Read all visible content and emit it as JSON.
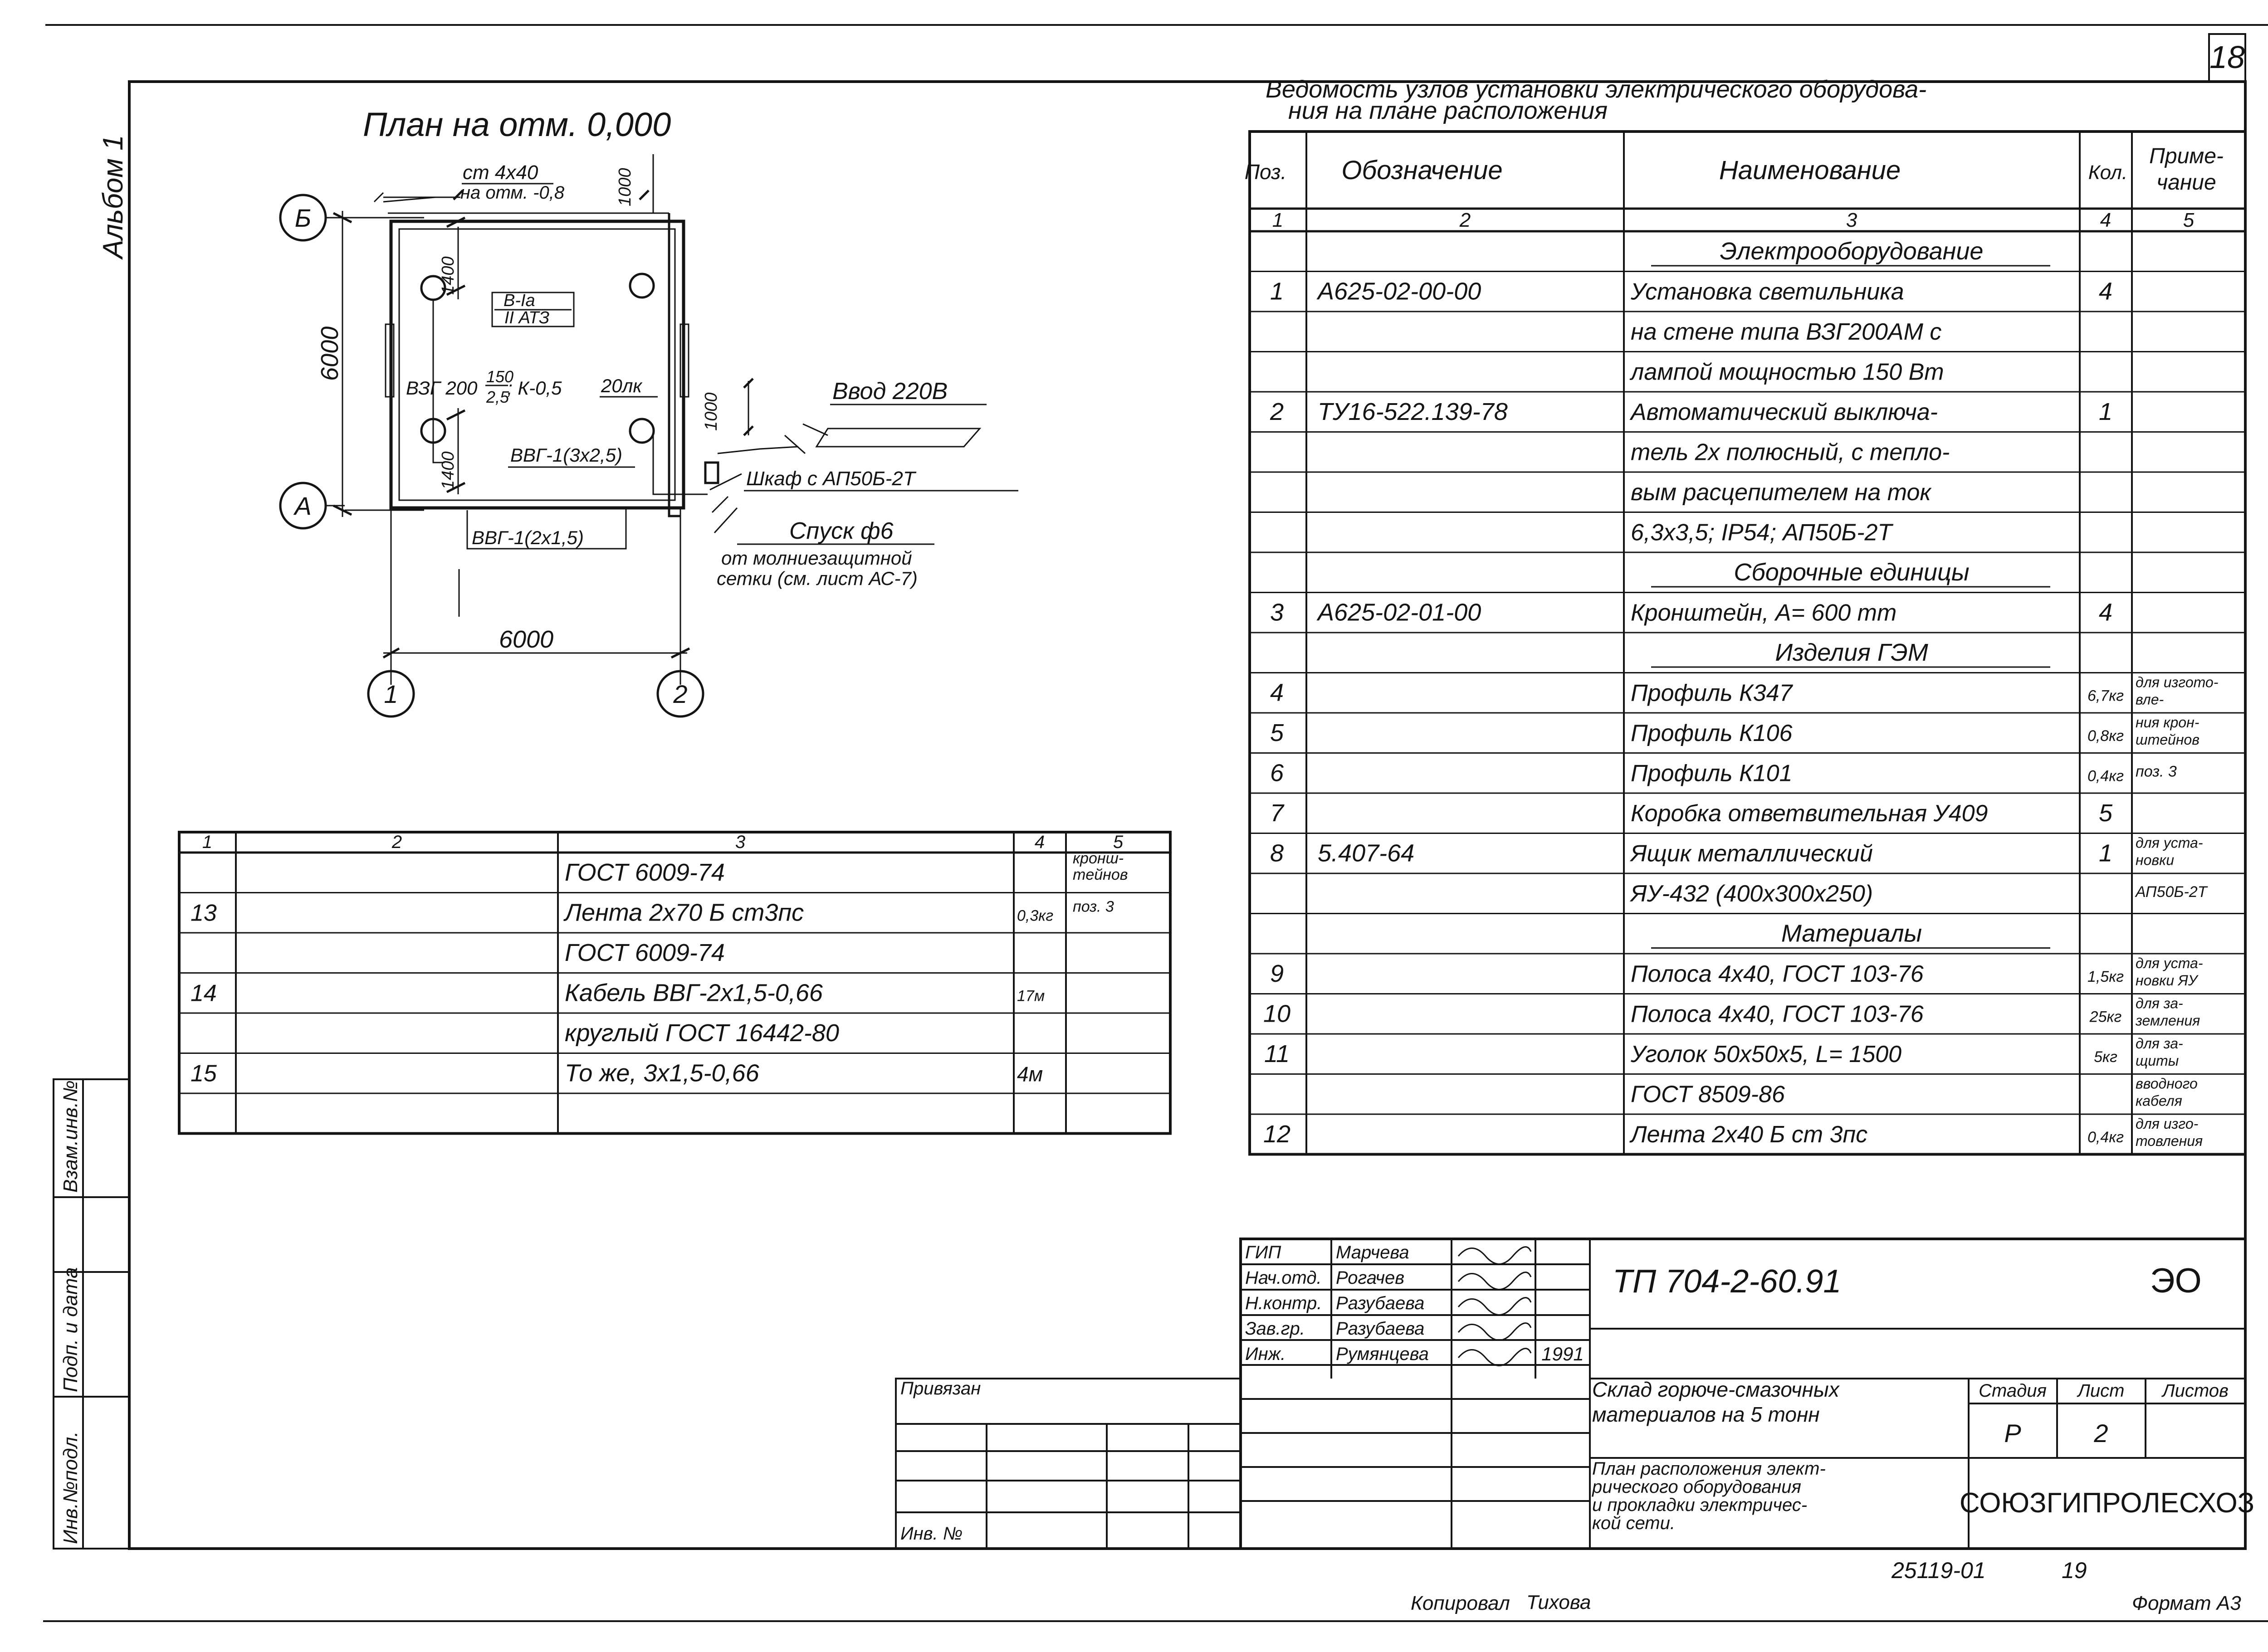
{
  "sheet": {
    "album": "Альбом 1",
    "page_number": "18",
    "format": "Формат А3",
    "copied_by": "Копировал",
    "copied_signature": "Тихова",
    "side_stamp": [
      "Инв.№подл.",
      "Подп. и дата",
      "Взам.инв.№"
    ]
  },
  "plan": {
    "title": "План на отм. 0,000",
    "grounding_strip": "ст 4х40",
    "grounding_level": "на отм. -0,8",
    "dim_1000_top": "1000",
    "dim_6000_vertical": "6000",
    "dim_1400_top": "1400",
    "dim_1400_bottom": "1400",
    "dim_1000_right": "1000",
    "dim_6000_horizontal": "6000",
    "room_class_1": "В-Iа",
    "room_class_2": "II АТЗ",
    "lamp_label": "ВЗГ 200",
    "lamp_fraction_num": "150",
    "lamp_fraction_den": "2,5",
    "lamp_k": "; К-0,5",
    "lux": "20лк",
    "cable_inside": "ВВГ-1(3х2,5)",
    "cable_outside": "ВВГ-1(2х1,5)",
    "entry": "Ввод 220В",
    "cabinet": "Шкаф с АП50Б-2Т",
    "descent": "Спуск ф6",
    "descent_note_1": "от молниезащитной",
    "descent_note_2": "сетки (см. лист АС-7)",
    "axis_b": "Б",
    "axis_a": "А",
    "axis_1": "1",
    "axis_2": "2"
  },
  "spec_title": [
    "Ведомость узлов установки электрического оборудова-",
    "ния на плане расположения"
  ],
  "spec_headers": {
    "pos": "Поз.",
    "designation": "Обозначение",
    "name": "Наименование",
    "qty": "Кол.",
    "note_1": "Приме-",
    "note_2": "чание",
    "col_nums": [
      "1",
      "2",
      "3",
      "4",
      "5"
    ]
  },
  "spec_rows": [
    {
      "pos": "",
      "des": "",
      "name": "Электрооборудование",
      "qty": "",
      "note": "",
      "section": true
    },
    {
      "pos": "1",
      "des": "А625-02-00-00",
      "name": "Установка светильника",
      "qty": "4",
      "note": ""
    },
    {
      "pos": "",
      "des": "",
      "name": "на стене типа ВЗГ200АМ с",
      "qty": "",
      "note": ""
    },
    {
      "pos": "",
      "des": "",
      "name": "лампой мощностью 150 Вт",
      "qty": "",
      "note": ""
    },
    {
      "pos": "2",
      "des": "ТУ16-522.139-78",
      "name": "Автоматический выключа-",
      "qty": "1",
      "note": ""
    },
    {
      "pos": "",
      "des": "",
      "name": "тель 2х полюсный, с тепло-",
      "qty": "",
      "note": ""
    },
    {
      "pos": "",
      "des": "",
      "name": "вым расцепителем на ток",
      "qty": "",
      "note": ""
    },
    {
      "pos": "",
      "des": "",
      "name": "6,3х3,5; IP54; АП50Б-2Т",
      "qty": "",
      "note": ""
    },
    {
      "pos": "",
      "des": "",
      "name": "Сборочные единицы",
      "qty": "",
      "note": "",
      "section": true
    },
    {
      "pos": "3",
      "des": "А625-02-01-00",
      "name": "Кронштейн, А= 600 mm",
      "qty": "4",
      "note": ""
    },
    {
      "pos": "",
      "des": "",
      "name": "Изделия ГЭМ",
      "qty": "",
      "note": "",
      "section": true
    },
    {
      "pos": "4",
      "des": "",
      "name": "Профиль К347",
      "qty": "6,7кг",
      "note": "для изгото-",
      "note2": "вле-"
    },
    {
      "pos": "5",
      "des": "",
      "name": "Профиль К106",
      "qty": "0,8кг",
      "note": "ния крон-",
      "note2": "штейнов"
    },
    {
      "pos": "6",
      "des": "",
      "name": "Профиль К101",
      "qty": "0,4кг",
      "note": "поз. 3"
    },
    {
      "pos": "7",
      "des": "",
      "name": "Коробка ответвительная У409",
      "qty": "5",
      "note": ""
    },
    {
      "pos": "8",
      "des": "5.407-64",
      "name": "Ящик металлический",
      "qty": "1",
      "note": "для уста-",
      "note2": "новки"
    },
    {
      "pos": "",
      "des": "",
      "name": "ЯУ-432 (400х300х250)",
      "qty": "",
      "note": "АП50Б-2Т"
    },
    {
      "pos": "",
      "des": "",
      "name": "Материалы",
      "qty": "",
      "note": "",
      "section": true
    },
    {
      "pos": "9",
      "des": "",
      "name": "Полоса 4х40, ГОСТ 103-76",
      "qty": "1,5кг",
      "note": "для уста-",
      "note2": "новки ЯУ"
    },
    {
      "pos": "10",
      "des": "",
      "name": "Полоса 4х40, ГОСТ 103-76",
      "qty": "25кг",
      "note": "для за-",
      "note2": "земления"
    },
    {
      "pos": "11",
      "des": "",
      "name": "Уголок 50х50х5, L= 1500",
      "qty": "5кг",
      "note": "для за-",
      "note2": "щиты"
    },
    {
      "pos": "",
      "des": "",
      "name": "ГОСТ 8509-86",
      "qty": "",
      "note": "вводного",
      "note2": "кабеля"
    },
    {
      "pos": "12",
      "des": "",
      "name": "Лента 2х40 Б ст 3пс",
      "qty": "0,4кг",
      "note": "для изго-",
      "note2": "товления"
    }
  ],
  "cont_headers": [
    "1",
    "2",
    "3",
    "4",
    "5"
  ],
  "cont_rows": [
    {
      "pos": "",
      "des": "",
      "name": "ГОСТ 6009-74",
      "qty": "",
      "note": "кронш-",
      "note2": "тейнов"
    },
    {
      "pos": "13",
      "des": "",
      "name": "Лента 2х70 Б ст3пс",
      "qty": "0,3кг",
      "note": "поз. 3"
    },
    {
      "pos": "",
      "des": "",
      "name": "ГОСТ 6009-74",
      "qty": "",
      "note": ""
    },
    {
      "pos": "14",
      "des": "",
      "name": "Кабель ВВГ-2х1,5-0,66",
      "qty": "17м",
      "note": ""
    },
    {
      "pos": "",
      "des": "",
      "name": "круглый ГОСТ 16442-80",
      "qty": "",
      "note": ""
    },
    {
      "pos": "15",
      "des": "",
      "name": "То же, 3х1,5-0,66",
      "qty": "4м",
      "note": ""
    },
    {
      "pos": "",
      "des": "",
      "name": "",
      "qty": "",
      "note": ""
    }
  ],
  "title_block": {
    "signers": [
      {
        "role": "ГИП",
        "name": "Марчева"
      },
      {
        "role": "Нач.отд.",
        "name": "Рогачев"
      },
      {
        "role": "Н.контр.",
        "name": "Разубаева"
      },
      {
        "role": "Зав.гр.",
        "name": "Разубаева"
      },
      {
        "role": "Инж.",
        "name": "Румянцева"
      }
    ],
    "year": "1991",
    "doc_code": "ТП 704-2-60.91",
    "mark": "ЭО",
    "object": [
      "Склад горюче-смазочных",
      "материалов на 5 тонн"
    ],
    "stage_label": "Стадия",
    "sheet_label": "Лист",
    "sheets_label": "Листов",
    "stage": "Р",
    "sheet_no": "2",
    "sheet_title": [
      "План расположения элект-",
      "рического оборудования",
      "и прокладки электричес-",
      "кой сети."
    ],
    "org": "СОЮЗГИПРОЛЕСХОЗ",
    "attached": "Привязан",
    "inv": "Инв. №",
    "archive_no": "25119-01",
    "archive_page": "19"
  }
}
